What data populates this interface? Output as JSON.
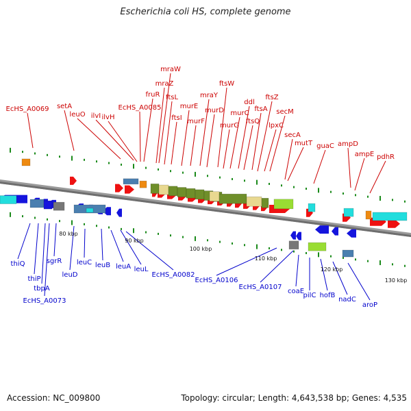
{
  "title": "Escherichia coli HS, complete genome",
  "footer": {
    "accession": "Accession: NC_009800",
    "summary": "Topology: circular; Length: 4,643,538 bp; Genes: 4,535"
  },
  "colors": {
    "forward_label": "#cc0000",
    "reverse_label": "#0000cc",
    "forward_gene": "#ee1111",
    "reverse_gene": "#1515dd",
    "backbone": "#8a8a8a",
    "tick": "#1a8a1a",
    "ftsdcw_block": "#6f8f2a",
    "ftsdcw_block_light": "#e8d890",
    "cyan_block": "#22dddd",
    "orange_block": "#ee8a11",
    "grey_block": "#777777",
    "lime_block": "#99dd33",
    "steel_block": "#4a7fb0"
  },
  "scale_labels": [
    "80 kbp",
    "90 kbp",
    "100 kbp",
    "110 kbp",
    "120 kbp",
    "130 kbp"
  ],
  "forward_labels": [
    "EcHS_A0069",
    "setA",
    "leuO",
    "ilvI",
    "ilvH",
    "fruR",
    "EcHS_A0085",
    "mraZ",
    "mraW",
    "ftsL",
    "ftsI",
    "murE",
    "murF",
    "mraY",
    "murD",
    "ftsW",
    "murG",
    "murC",
    "ddl",
    "ftsQ",
    "ftsA",
    "ftsZ",
    "lpxC",
    "secM",
    "secA",
    "mutT",
    "guaC",
    "ampD",
    "ampE",
    "pdhR"
  ],
  "reverse_labels": [
    "thiQ",
    "thiP",
    "tbpA",
    "EcHS_A0073",
    "sgrR",
    "leuD",
    "leuC",
    "leuB",
    "leuA",
    "leuL",
    "EcHS_A0082",
    "EcHS_A0106",
    "EcHS_A0107",
    "coaE",
    "pilC",
    "hofB",
    "nadC",
    "aroP"
  ]
}
